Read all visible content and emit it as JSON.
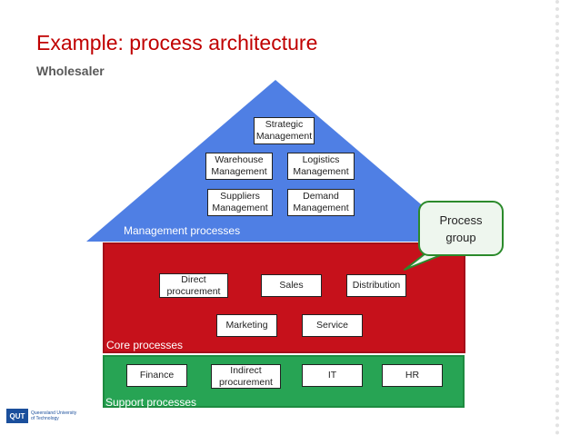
{
  "slide": {
    "title": "Example: process architecture",
    "subtitle": "Wholesaler"
  },
  "groups": {
    "management": "Management processes",
    "core": "Core processes",
    "support": "Support processes"
  },
  "management_processes": {
    "strategic": "Strategic Management",
    "warehouse": "Warehouse Management",
    "logistics": "Logistics Management",
    "suppliers": "Suppliers Management",
    "demand": "Demand Management"
  },
  "core_processes": {
    "direct_procurement": "Direct procurement",
    "sales": "Sales",
    "distribution": "Distribution",
    "marketing": "Marketing",
    "service": "Service"
  },
  "support_processes": {
    "finance": "Finance",
    "indirect_procurement": "Indirect procurement",
    "it": "IT",
    "hr": "HR"
  },
  "callout": {
    "text": "Process group"
  },
  "logo": {
    "mark": "QUT",
    "text": "Queensland University of Technology"
  },
  "colors": {
    "title": "#c00000",
    "management": "#4f7fe4",
    "core": "#c6111b",
    "support": "#27a454"
  }
}
